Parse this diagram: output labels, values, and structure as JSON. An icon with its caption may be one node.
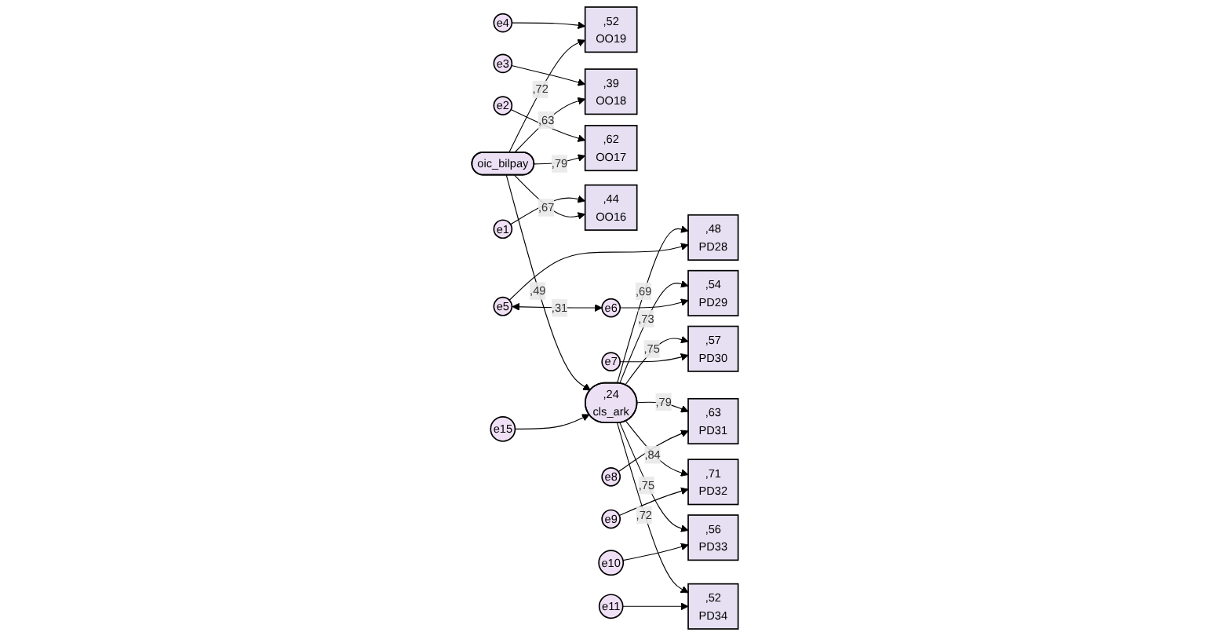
{
  "diagram": {
    "nodes": [
      {
        "text": [
          "e4"
        ]
      },
      {
        "text": [
          ",52",
          "OO19"
        ]
      },
      {
        "text": [
          "e3"
        ]
      },
      {
        "text": [
          ",39",
          "OO18"
        ]
      },
      {
        "text": [
          "e2"
        ]
      },
      {
        "text": [
          ",62",
          "OO17"
        ]
      },
      {
        "text": [
          "e1"
        ]
      },
      {
        "text": [
          ",44",
          "OO16"
        ]
      },
      {
        "text": [
          "oic_bilpay"
        ]
      },
      {
        "text": [
          "e15"
        ]
      },
      {
        "text": [
          ",24",
          "cls_ark"
        ]
      },
      {
        "text": [
          ",48",
          "PD28"
        ]
      },
      {
        "text": [
          "e5"
        ]
      },
      {
        "text": [
          ",54",
          "PD29"
        ]
      },
      {
        "text": [
          "e6"
        ]
      },
      {
        "text": [
          ",57",
          "PD30"
        ]
      },
      {
        "text": [
          "e7"
        ]
      },
      {
        "text": [
          ",63",
          "PD31"
        ]
      },
      {
        "text": [
          "e8"
        ]
      },
      {
        "text": [
          ",71",
          "PD32"
        ]
      },
      {
        "text": [
          "e9"
        ]
      },
      {
        "text": [
          ",56",
          "PD33"
        ]
      },
      {
        "text": [
          "e10"
        ]
      },
      {
        "text": [
          ",52",
          "PD34"
        ]
      },
      {
        "text": [
          "e11"
        ]
      }
    ],
    "edges": [
      {
        "from": 0,
        "to": 1,
        "arrow": "to"
      },
      {
        "from": 2,
        "to": 3,
        "arrow": "to"
      },
      {
        "from": 4,
        "to": 5,
        "arrow": "to"
      },
      {
        "from": 6,
        "to": 7,
        "arrow": "to"
      },
      {
        "from": 8,
        "to": 1,
        "label": ",72",
        "arrow": "to"
      },
      {
        "from": 8,
        "to": 3,
        "label": ",63",
        "arrow": "to"
      },
      {
        "from": 8,
        "to": 5,
        "label": ",79",
        "arrow": "to"
      },
      {
        "from": 8,
        "to": 7,
        "label": ",67",
        "arrow": "to"
      },
      {
        "from": 8,
        "to": 10,
        "label": ",49",
        "arrow": "to"
      },
      {
        "from": 9,
        "to": 10,
        "arrow": "to"
      },
      {
        "from": 10,
        "to": 11,
        "label": ",69",
        "arrow": "to"
      },
      {
        "from": 10,
        "to": 13,
        "label": ",73",
        "arrow": "to"
      },
      {
        "from": 10,
        "to": 15,
        "label": ",75",
        "arrow": "to"
      },
      {
        "from": 10,
        "to": 17,
        "label": ",79",
        "arrow": "to"
      },
      {
        "from": 10,
        "to": 19,
        "label": ",84",
        "arrow": "to"
      },
      {
        "from": 10,
        "to": 21,
        "label": ",75",
        "arrow": "to"
      },
      {
        "from": 10,
        "to": 23,
        "label": ",72",
        "arrow": "to"
      },
      {
        "from": 12,
        "to": 11,
        "arrow": "to"
      },
      {
        "from": 14,
        "to": 13,
        "arrow": "to"
      },
      {
        "from": 16,
        "to": 15,
        "arrow": "to"
      },
      {
        "from": 18,
        "to": 17,
        "arrow": "to"
      },
      {
        "from": 20,
        "to": 19,
        "arrow": "to"
      },
      {
        "from": 22,
        "to": 21,
        "arrow": "to"
      },
      {
        "from": 24,
        "to": 23,
        "arrow": "to"
      },
      {
        "from": 12,
        "to": 14,
        "label": ",31",
        "arrow": "both"
      }
    ]
  }
}
